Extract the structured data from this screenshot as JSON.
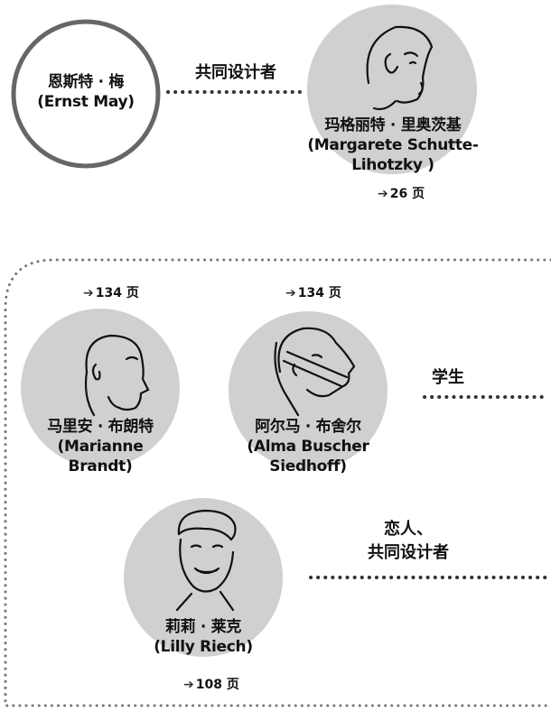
{
  "colors": {
    "circle_fill": "#d0d0d0",
    "ring": "#666666",
    "text": "#111111",
    "dots": "#555555"
  },
  "top_person": {
    "name_cn": "恩斯特 · 梅",
    "name_en": "(Ernst May)"
  },
  "top_relation": "共同设计者",
  "margarete": {
    "name_cn": "玛格丽特 · 里奥茨基",
    "name_en_1": "(Margarete Schutte-",
    "name_en_2": "Lihotzky )",
    "page": "26 页",
    "icon": "portrait-icon"
  },
  "marianne": {
    "name_cn": "马里安 · 布朗特",
    "name_en_1": "(Marianne",
    "name_en_2": "Brandt)",
    "page": "134 页",
    "icon": "portrait-icon"
  },
  "alma": {
    "name_cn": "阿尔马 · 布舍尔",
    "name_en_1": "(Alma Buscher",
    "name_en_2": "Siedhoff)",
    "page": "134 页",
    "icon": "portrait-icon"
  },
  "students_relation": "学生",
  "lilly": {
    "name_cn": "莉莉 · 莱克",
    "name_en": "(Lilly Riech)",
    "page": "108 页",
    "icon": "portrait-icon"
  },
  "lilly_relation_1": "恋人、",
  "lilly_relation_2": "共同设计者",
  "arrow_glyph": "➔"
}
